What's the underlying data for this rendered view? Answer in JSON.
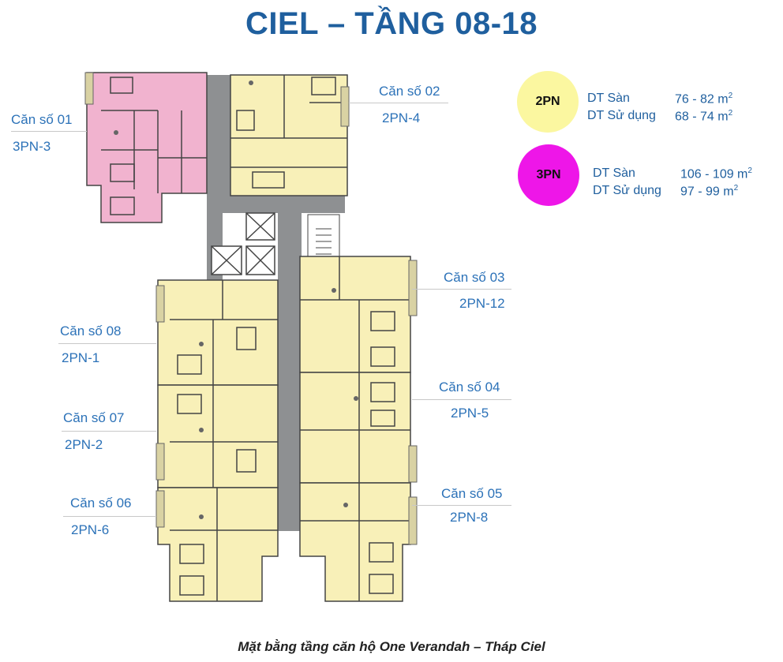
{
  "title": "CIEL – TẦNG 08-18",
  "caption": "Mặt bằng tầng căn hộ One Verandah – Tháp Ciel",
  "legend": [
    {
      "badge": "2PN",
      "color": "#fbf7a0",
      "floor_label": "DT Sàn",
      "floor_value": "76 - 82 m",
      "use_label": "DT Sử dụng",
      "use_value": "68 - 74 m",
      "unit_sup": "2"
    },
    {
      "badge": "3PN",
      "color": "#ee16e8",
      "floor_label": "DT Sàn",
      "floor_value": "106 - 109 m",
      "use_label": "DT Sử dụng",
      "use_value": "97 - 99 m",
      "unit_sup": "2"
    }
  ],
  "units": [
    {
      "name": "Căn số 01",
      "type": "3PN-3"
    },
    {
      "name": "Căn số 02",
      "type": "2PN-4"
    },
    {
      "name": "Căn số 03",
      "type": "2PN-12"
    },
    {
      "name": "Căn số 04",
      "type": "2PN-5"
    },
    {
      "name": "Căn số 05",
      "type": "2PN-8"
    },
    {
      "name": "Căn số 06",
      "type": "2PN-6"
    },
    {
      "name": "Căn số 07",
      "type": "2PN-2"
    },
    {
      "name": "Căn số 08",
      "type": "2PN-1"
    }
  ],
  "colors": {
    "apt_2pn": "#f8f0b8",
    "apt_3pn": "#f1b3cf",
    "core": "#8e9092",
    "wall": "#444444",
    "label": "#2c72b8"
  }
}
